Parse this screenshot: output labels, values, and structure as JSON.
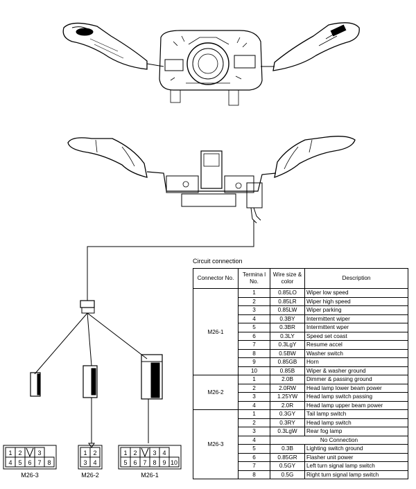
{
  "table": {
    "title": "Circuit connection",
    "headers": {
      "connector": "Connector No.",
      "terminal": "Termina l No.",
      "wire": "Wire size & color",
      "description": "Description"
    },
    "groups": [
      {
        "connector": "M26-1",
        "rows": [
          {
            "terminal": "1",
            "wire": "0.85LO",
            "desc": "Wiper low speed"
          },
          {
            "terminal": "2",
            "wire": "0.85LR",
            "desc": "Wiper high speed"
          },
          {
            "terminal": "3",
            "wire": "0.85LW",
            "desc": "Wiper parking"
          },
          {
            "terminal": "4",
            "wire": "0.3BY",
            "desc": "Intermittent wiper"
          },
          {
            "terminal": "5",
            "wire": "0.3BR",
            "desc": "Intermittent wper"
          },
          {
            "terminal": "6",
            "wire": "0.3LY",
            "desc": "Speed set coast"
          },
          {
            "terminal": "7",
            "wire": "0.3LgY",
            "desc": "Resume accel"
          },
          {
            "terminal": "8",
            "wire": "0.5BW",
            "desc": "Washer switch"
          },
          {
            "terminal": "9",
            "wire": "0.85GB",
            "desc": "Horn"
          },
          {
            "terminal": "10",
            "wire": "0.85B",
            "desc": "Wiper & washer ground"
          }
        ]
      },
      {
        "connector": "M26-2",
        "rows": [
          {
            "terminal": "1",
            "wire": "2.0B",
            "desc": "Dimmer & passing ground"
          },
          {
            "terminal": "2",
            "wire": "2.0RW",
            "desc": "Head lamp lower beam power"
          },
          {
            "terminal": "3",
            "wire": "1.25YW",
            "desc": "Head lamp switch passing"
          },
          {
            "terminal": "4",
            "wire": "2.0R",
            "desc": "Head lamp upper beam power"
          }
        ]
      },
      {
        "connector": "M26-3",
        "rows": [
          {
            "terminal": "1",
            "wire": "0.3GY",
            "desc": "Tail lamp switch"
          },
          {
            "terminal": "2",
            "wire": "0.3RY",
            "desc": "Head lamp switch"
          },
          {
            "terminal": "3",
            "wire": "0.3LgW",
            "desc": "Rear fog lamp"
          },
          {
            "terminal": "4",
            "wire": "",
            "desc": "No Connection",
            "merged": true
          },
          {
            "terminal": "5",
            "wire": "0.3B",
            "desc": "Lighting switch ground"
          },
          {
            "terminal": "6",
            "wire": "0.85GR",
            "desc": "Flasher unit power"
          },
          {
            "terminal": "7",
            "wire": "0.5GY",
            "desc": "Left turn signal lamp switch"
          },
          {
            "terminal": "8",
            "wire": "0.5G",
            "desc": "Right turn signal lamp switch"
          }
        ]
      }
    ]
  },
  "connectors": [
    {
      "label": "M26-3",
      "top": [
        "1",
        "2",
        "",
        "3"
      ],
      "bottom": [
        "4",
        "5",
        "6",
        "7",
        "8"
      ]
    },
    {
      "label": "M26-2",
      "top": [
        "1",
        "2"
      ],
      "bottom": [
        "3",
        "4"
      ]
    },
    {
      "label": "M26-1",
      "top": [
        "1",
        "2",
        "",
        "3",
        "4"
      ],
      "bottom": [
        "5",
        "6",
        "7",
        "8",
        "9",
        "10"
      ]
    }
  ]
}
